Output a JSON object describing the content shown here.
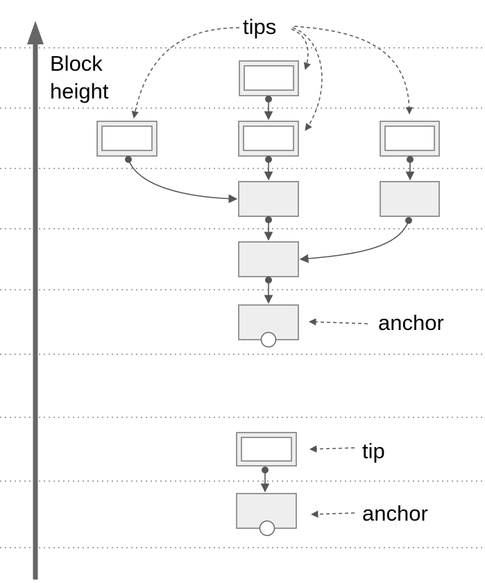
{
  "labels": {
    "axis": [
      "Block",
      "height"
    ],
    "tips": "tips",
    "anchor_top": "anchor",
    "tip": "tip",
    "anchor_bottom": "anchor"
  },
  "colors": {
    "axis": "#666666",
    "grid": "#888888",
    "block_fill": "#eeeeee",
    "block_stroke": "#777777",
    "arrow": "#555555",
    "anchor_marker_fill": "#ffffff"
  }
}
